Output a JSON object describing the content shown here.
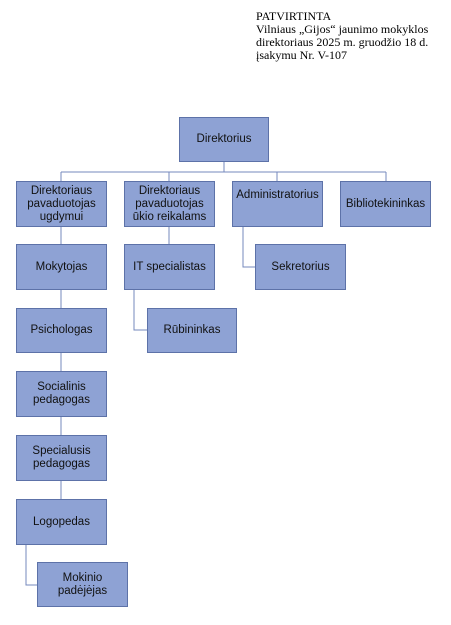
{
  "approval": {
    "heading": "PATVIRTINTA",
    "line1": "Vilniaus „Gijos“ jaunimo mokyklos",
    "line2": "direktoriaus 2025 m. gruodžio 18 d.",
    "line3": "įsakymu Nr. V-107"
  },
  "org": {
    "director": "Direktorius",
    "deputy_education": "Direktoriaus\npavaduotojas\nugdymui",
    "deputy_economy": "Direktoriaus\npavaduotojas\nūkio reikalams",
    "administrator": "Administratorius",
    "librarian": "Bibliotekininkas",
    "teachers": "Mokytojas",
    "it_specialist": "IT specialistas",
    "secretary": "Sekretorius",
    "psychologist": "Psichologas",
    "cloakroom": "Rūbininkas",
    "social_pedagogue": "Socialinis\npedagogas",
    "special_pedagogue": "Specialusis\npedagogas",
    "speech_therapist": "Logopedas",
    "teacher_assistant": "Mokinio\npadėjėjas"
  },
  "colors": {
    "box_fill": "#8ea2d4",
    "box_border": "#5d72a8",
    "connector": "#7488bd"
  }
}
